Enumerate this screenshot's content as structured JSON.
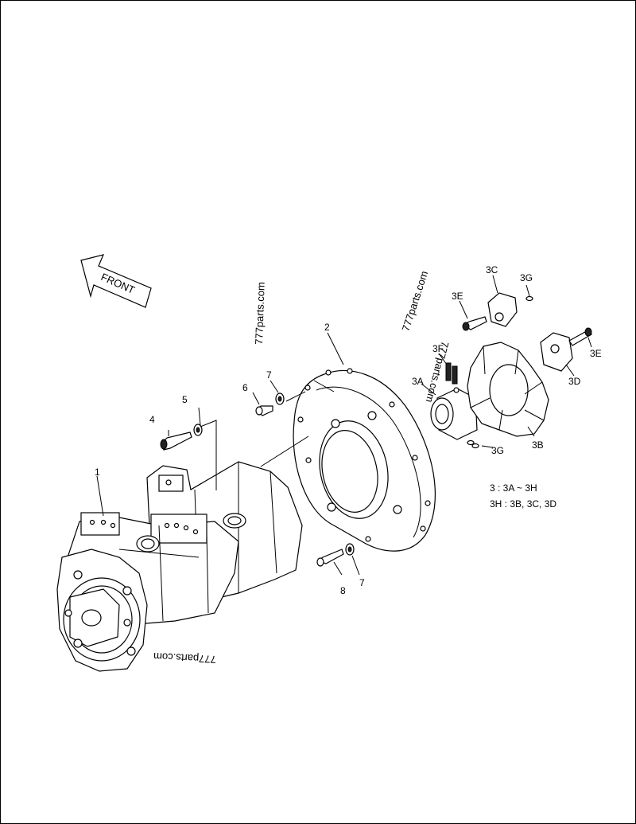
{
  "front_arrow": {
    "label": "FRONT"
  },
  "watermarks": [
    "777parts.com",
    "777parts.com",
    "777parts.com",
    "777parts.com"
  ],
  "callouts": {
    "c1": "1",
    "c2": "2",
    "c4": "4",
    "c5": "5",
    "c6": "6",
    "c7a": "7",
    "c7b": "7",
    "c8": "8",
    "c3A": "3A",
    "c3B": "3B",
    "c3C": "3C",
    "c3D": "3D",
    "c3E_top": "3E",
    "c3E_right": "3E",
    "c3F": "3F",
    "c3G_top": "3G",
    "c3G_bottom": "3G"
  },
  "notes": {
    "line1": "3 : 3A ~ 3H",
    "line2": "3H : 3B, 3C, 3D"
  },
  "icons": {
    "front_arrow": "front-arrow-icon",
    "pump": "hydraulic-pump-icon",
    "flange": "flange-housing-icon",
    "coupling": "coupling-insert-icon"
  }
}
